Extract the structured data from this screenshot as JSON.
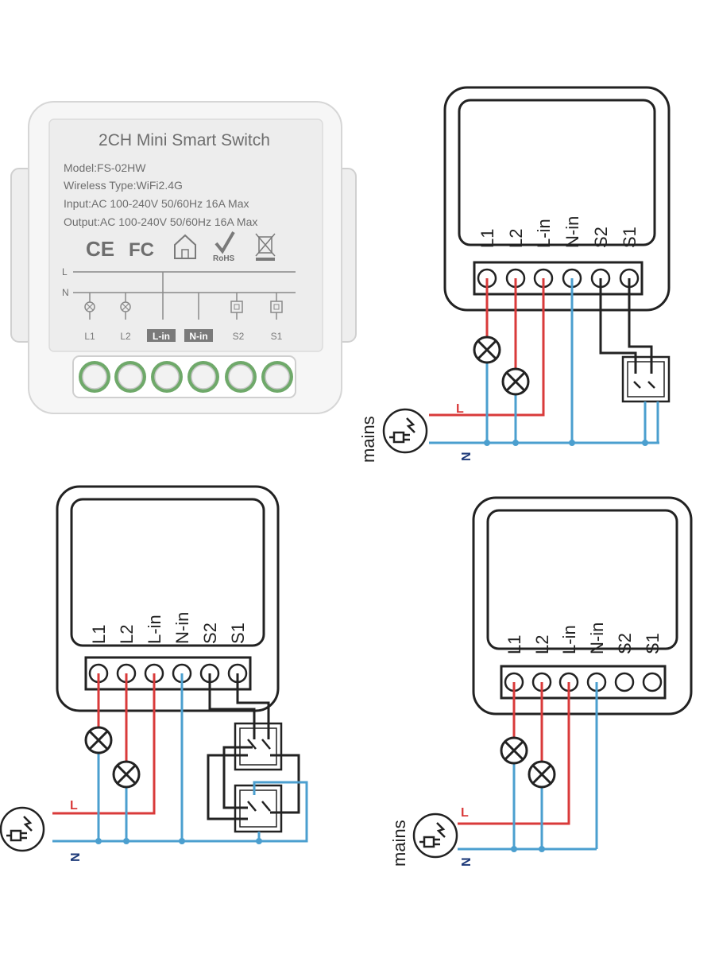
{
  "device": {
    "title": "2CH Mini Smart Switch",
    "model": "Model:FS-02HW",
    "wireless": "Wireless Type:WiFi2.4G",
    "input": "Input:AC 100-240V 50/60Hz 16A Max",
    "output": "Output:AC 100-240V 50/60Hz 16A Max",
    "cert_ce": "CE",
    "cert_fc": "FC",
    "cert_rohs": "RoHS",
    "line_l": "L",
    "line_n": "N",
    "bottom_labels": [
      "L1",
      "L2",
      "L-in",
      "N-in",
      "S2",
      "S1"
    ]
  },
  "diagram": {
    "terminal_labels": [
      "L1",
      "L2",
      "L-in",
      "N-in",
      "S2",
      "S1"
    ],
    "mains_label": "mains",
    "l_label": "L",
    "n_label": "N",
    "colors": {
      "live": "#d93a3a",
      "neutral": "#4b9fcf",
      "switch": "#222222"
    }
  }
}
